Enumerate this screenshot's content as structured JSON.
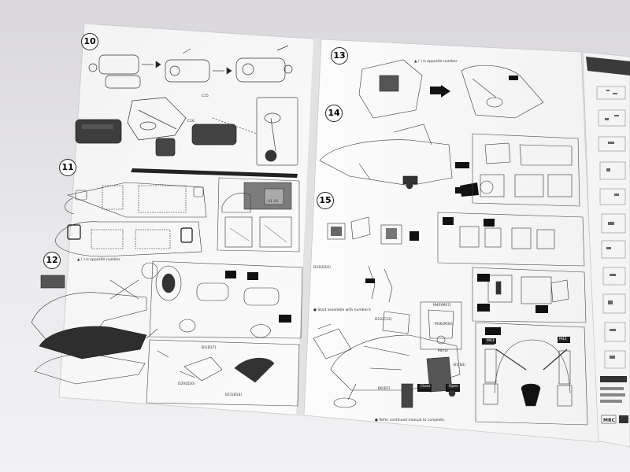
{
  "photo": {
    "subject": "",
    "colors": {
      "background": "#e8e6e9",
      "paper": "#f8f8f8",
      "ink": "#2a2a2a",
      "dark_part": "#3b3b3b"
    }
  },
  "left_page": {
    "steps": [
      {
        "number": "10"
      },
      {
        "number": "11"
      },
      {
        "number": "12"
      }
    ],
    "labels": [
      "B1(B17)",
      "B15(B16)",
      "D20(D20)",
      "A1 A2",
      "C15",
      "C16"
    ],
    "note": "▲ ( ) is opposite number"
  },
  "right_page": {
    "steps": [
      {
        "number": "13"
      },
      {
        "number": "14"
      },
      {
        "number": "15"
      }
    ],
    "labels": [
      "D16(D16)",
      "D12(C12)",
      "B6(B7)",
      "M46(M47)",
      "M36(M36)",
      "B1(B2)",
      "Close",
      "Open",
      "Mirror",
      "M43",
      "M42"
    ],
    "note_top": "▲ ( ) is opposite number",
    "note_mid": "● Start assemble with number①",
    "note_bottom": "● Refer continued manual to complete."
  },
  "back_sheet": {
    "brand": "MRC"
  }
}
